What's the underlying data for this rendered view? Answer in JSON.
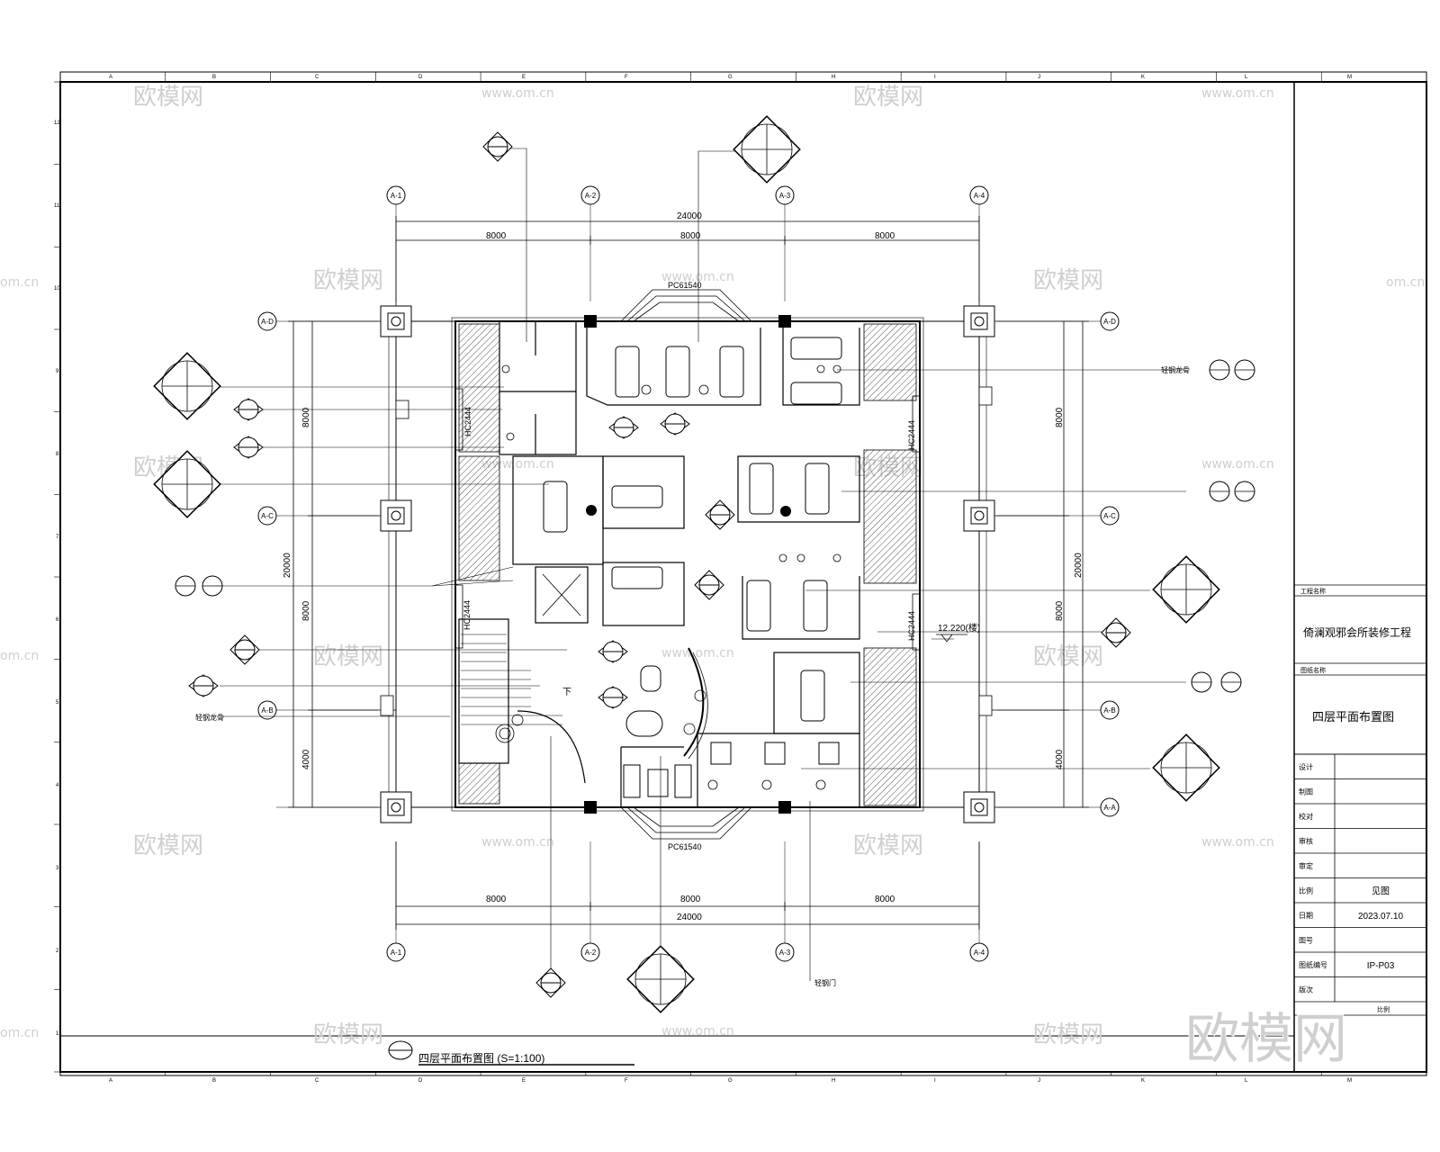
{
  "watermark": {
    "brand": "欧模网",
    "site": "www.om.cn",
    "site_short": "om.cn"
  },
  "border": {
    "columns": [
      "A",
      "B",
      "C",
      "D",
      "E",
      "F",
      "G",
      "H",
      "I",
      "J",
      "K",
      "L",
      "M"
    ],
    "rows": [
      "12",
      "11",
      "10",
      "9",
      "8",
      "7",
      "6",
      "5",
      "4",
      "3",
      "2",
      "1"
    ]
  },
  "plan": {
    "axis_x": [
      "A-1",
      "A-2",
      "A-3",
      "A-4"
    ],
    "axis_y": [
      "A-D",
      "A-C",
      "A-B",
      "A-A"
    ],
    "dims": {
      "total": "24000",
      "span": "8000",
      "v_total": "20000",
      "v_span_top": "8000",
      "v_span_mid": "8000",
      "v_span_bot": "4000"
    },
    "window_top": "PC61540",
    "window_bottom": "PC61540",
    "side_window_left": "HC2444",
    "side_window_right": "HC2444",
    "elevation": "12.220(楼)",
    "down_label": "下",
    "side_note_1": "轻钢龙骨",
    "side_note_2": "轻钢龙骨",
    "bottom_note": "轻钢门"
  },
  "title_block": {
    "project_label": "工程名称",
    "project_name": "倚澜观邪会所装修工程",
    "drawing_label": "图纸名称",
    "drawing_name": "四层平面布置图",
    "fields": [
      {
        "label": "设计",
        "value": ""
      },
      {
        "label": "制图",
        "value": ""
      },
      {
        "label": "校对",
        "value": ""
      },
      {
        "label": "审核",
        "value": ""
      },
      {
        "label": "审定",
        "value": ""
      },
      {
        "label": "比例",
        "value": "见图"
      },
      {
        "label": "日期",
        "value": "2023.07.10"
      },
      {
        "label": "图号",
        "value": ""
      },
      {
        "label": "图纸编号",
        "value": "IP-P03"
      },
      {
        "label": "版次",
        "value": ""
      }
    ]
  },
  "plan_title": "四层平面布置图 (S=1:100)",
  "colors": {
    "line": "#000000",
    "hatch": "#555555",
    "watermark": "#cfcfcf"
  }
}
